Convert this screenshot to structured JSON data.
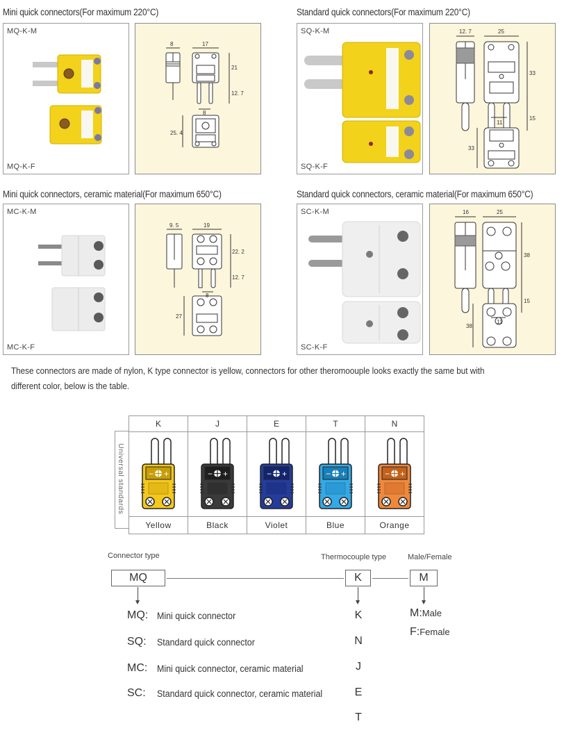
{
  "sections": [
    {
      "title": "Mini quick connectors(For maximum 220°C)",
      "male_model": "MQ-K-M",
      "female_model": "MQ-K-F",
      "material": "nylon",
      "body_color": "#f2d21a",
      "dimensions": {
        "side_width": "8",
        "front_width": "17",
        "body_height": "21",
        "pin_length": "12. 7",
        "pin_spacing": "8",
        "female_height": "25. 4"
      }
    },
    {
      "title": "Standard quick connectors(For maximum 220°C)",
      "male_model": "SQ-K-M",
      "female_model": "SQ-K-F",
      "material": "nylon",
      "body_color": "#f2d21a",
      "dimensions": {
        "side_width": "12. 7",
        "front_width": "25",
        "body_height": "33",
        "pin_length": "15",
        "pin_spacing": "11",
        "female_height": "33"
      }
    },
    {
      "title": "Mini quick connectors, ceramic material(For maximum 650°C)",
      "male_model": "MC-K-M",
      "female_model": "MC-K-F",
      "material": "ceramic",
      "body_color": "#ececec",
      "dimensions": {
        "side_width": "9. 5",
        "front_width": "19",
        "body_height": "22. 2",
        "pin_length": "12. 7",
        "pin_spacing": "8",
        "female_height": "27"
      }
    },
    {
      "title": "Standard quick connectors, ceramic material(For maximum 650°C)",
      "male_model": "SC-K-M",
      "female_model": "SC-K-F",
      "material": "ceramic",
      "body_color": "#ececec",
      "dimensions": {
        "side_width": "16",
        "front_width": "25",
        "body_height": "38",
        "pin_length": "15",
        "pin_spacing": "11",
        "female_height": "38"
      }
    }
  ],
  "description": "These connectors are made of nylon, K type connector is yellow, connectors for other theromoouple looks exactly the same but with different color, below is the table.",
  "color_table": {
    "side_label": "Universal standards",
    "columns": [
      {
        "type": "K",
        "color_name": "Yellow",
        "color": "#f4c81c",
        "dark": "#c79e0a"
      },
      {
        "type": "J",
        "color_name": "Black",
        "color": "#3a3a3a",
        "dark": "#1e1e1e"
      },
      {
        "type": "E",
        "color_name": "Violet",
        "color": "#243c9c",
        "dark": "#13246e"
      },
      {
        "type": "T",
        "color_name": "Blue",
        "color": "#33a9e6",
        "dark": "#1a7fb8"
      },
      {
        "type": "N",
        "color_name": "Orange",
        "color": "#f0883c",
        "dark": "#c2621c"
      }
    ],
    "symbols": {
      "minus": "−",
      "plus": "+"
    }
  },
  "ordering": {
    "connector_type_label": "Connector type",
    "connector_type_value": "MQ",
    "thermocouple_type_label": "Thermocouple type",
    "thermocouple_type_value": "K",
    "gender_label": "Male/Female",
    "gender_value": "M",
    "connector_types": [
      {
        "code": "MQ:",
        "desc": "Mini quick connector"
      },
      {
        "code": "SQ:",
        "desc": "Standard quick connector"
      },
      {
        "code": "MC:",
        "desc": "Mini quick connector, ceramic material"
      },
      {
        "code": "SC:",
        "desc": "Standard quick connector, ceramic material"
      }
    ],
    "thermocouple_types": [
      "K",
      "N",
      "J",
      "E",
      "T"
    ],
    "genders": [
      {
        "code": "M:",
        "desc": "Male"
      },
      {
        "code": "F:",
        "desc": "Female"
      }
    ]
  }
}
